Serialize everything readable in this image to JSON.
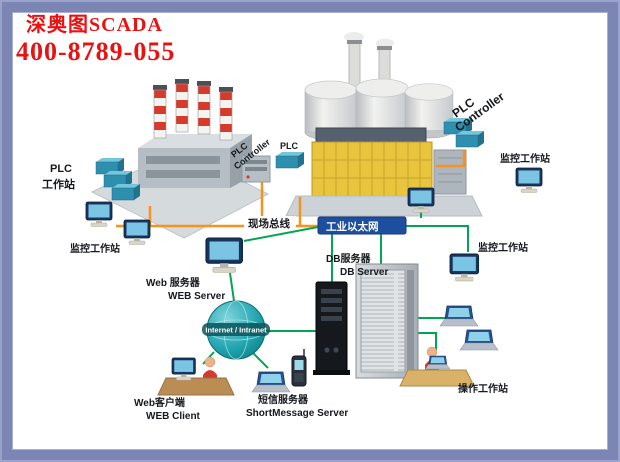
{
  "header": {
    "brand": "深奥图SCADA",
    "phone": "400-8789-055"
  },
  "labels": {
    "plc_ws_line1": "PLC",
    "plc_ws_line2": "工作站",
    "monitor_ws_left": "监控工作站",
    "plc_controller_line1": "PLC",
    "plc_controller_line2": "Controller",
    "plc_small": "PLC",
    "monitor_ws_right_top": "监控工作站",
    "fieldbus": "现场总线",
    "ethernet": "工业以太网",
    "monitor_ws_right_mid": "监控工作站",
    "web_server_cn": "Web 服务器",
    "web_server_en": "WEB Server",
    "db_server_cn": "DB服务器",
    "db_server_en": "DB Server",
    "internet": "Internet / Intranet",
    "web_client_cn": "Web客户端",
    "web_client_en": "WEB Client",
    "sms_server_cn": "短信服务器",
    "sms_server_en": "ShortMessage Server",
    "operator_ws": "操作工作站"
  },
  "colors": {
    "frame": "#7c86b5",
    "brand_text": "#ea1111",
    "fieldbus_line": "#f6921e",
    "network_line": "#00a651",
    "ethernet_bar": "#1d4f9e",
    "globe": "#1fa3ae",
    "chimney_stripe": "#d63a2c",
    "tank_structure_yellow": "#e9c53e"
  }
}
